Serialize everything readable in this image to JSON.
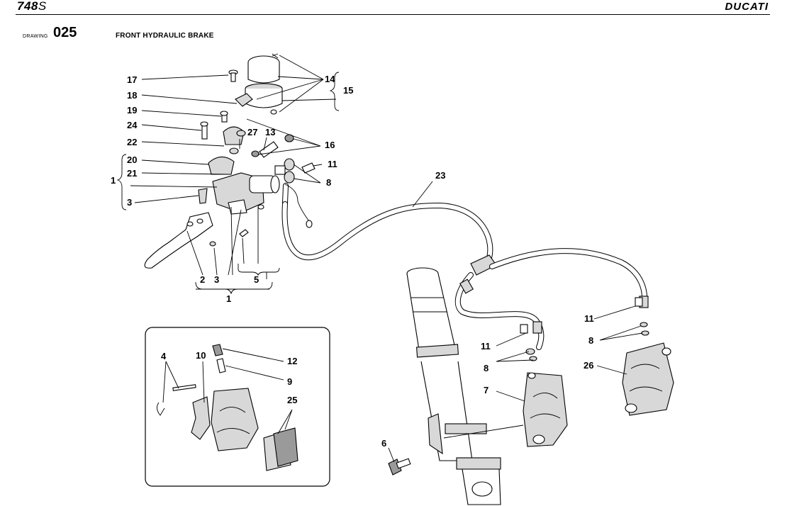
{
  "header": {
    "model": "748",
    "model_suffix": "S",
    "brand": "DUCATI"
  },
  "drawing": {
    "label": "DRAWING",
    "number": "025",
    "title": "FRONT HYDRAULIC BRAKE"
  },
  "callouts": {
    "c1a": "1",
    "c1b": "1",
    "c2": "2",
    "c3a": "3",
    "c3b": "3",
    "c4": "4",
    "c5": "5",
    "c6": "6",
    "c7": "7",
    "c8a": "8",
    "c8b": "8",
    "c8c": "8",
    "c9": "9",
    "c10": "10",
    "c11a": "11",
    "c11b": "11",
    "c11c": "11",
    "c12": "12",
    "c13": "13",
    "c14": "14",
    "c15": "15",
    "c16": "16",
    "c17": "17",
    "c18": "18",
    "c19": "19",
    "c20": "20",
    "c21": "21",
    "c22": "22",
    "c23": "23",
    "c24": "24",
    "c25": "25",
    "c26": "26",
    "c27": "27"
  }
}
